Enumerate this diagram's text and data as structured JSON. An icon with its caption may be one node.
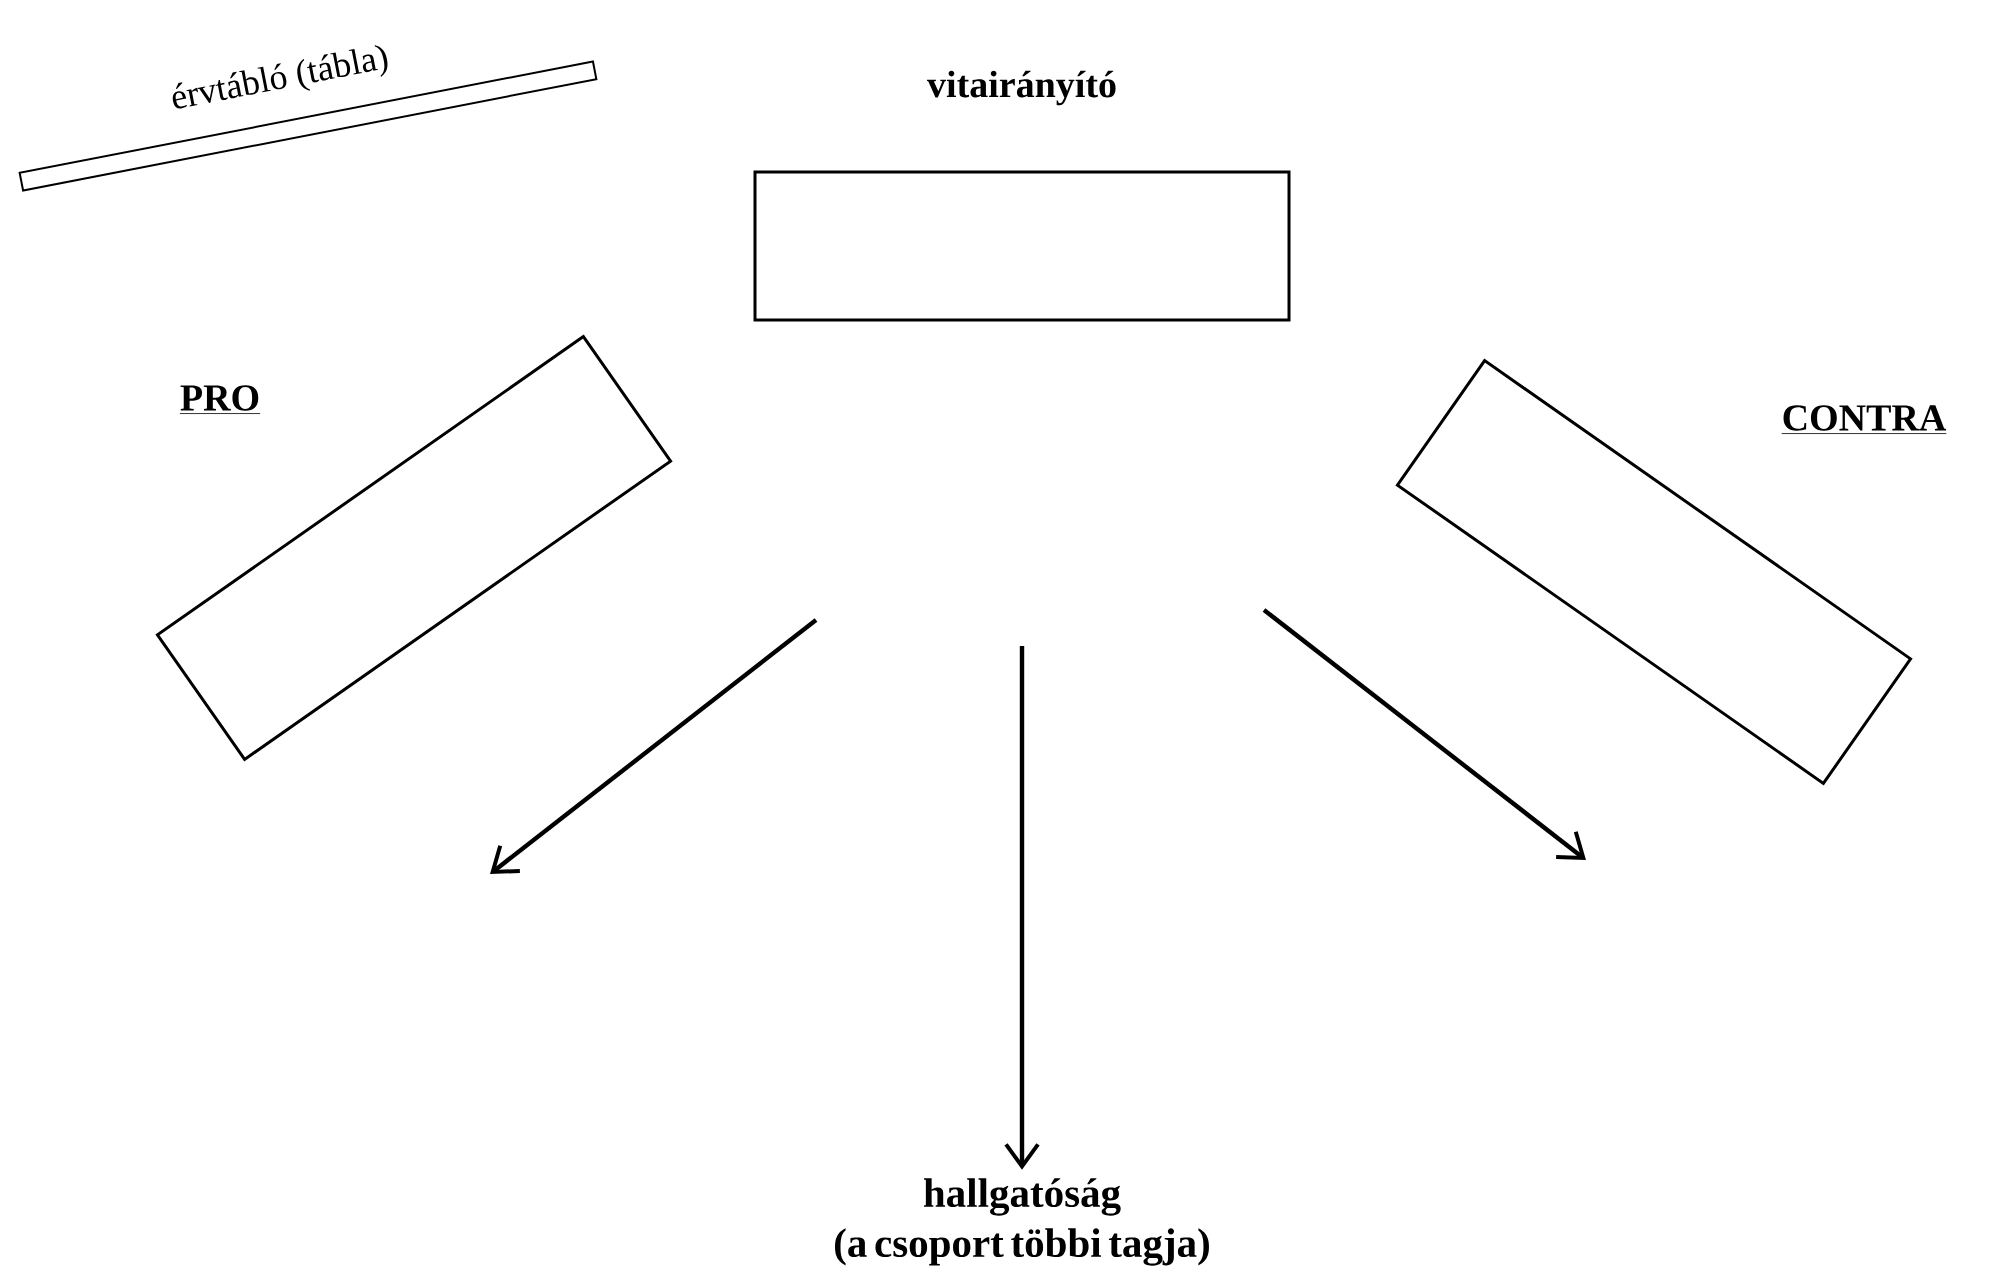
{
  "diagram": {
    "nodes": [
      {
        "text": [
          "érvtábló (tábla)"
        ]
      },
      {
        "text": [
          "vitairányító"
        ]
      },
      {
        "text": [
          "PRO"
        ]
      },
      {
        "text": [
          "CONTRA"
        ]
      },
      {
        "text": [
          "hallgatóság (a csoport többi tagja)"
        ]
      }
    ],
    "edges": [
      {
        "from": null,
        "to": 4,
        "arrow": "to"
      }
    ]
  }
}
